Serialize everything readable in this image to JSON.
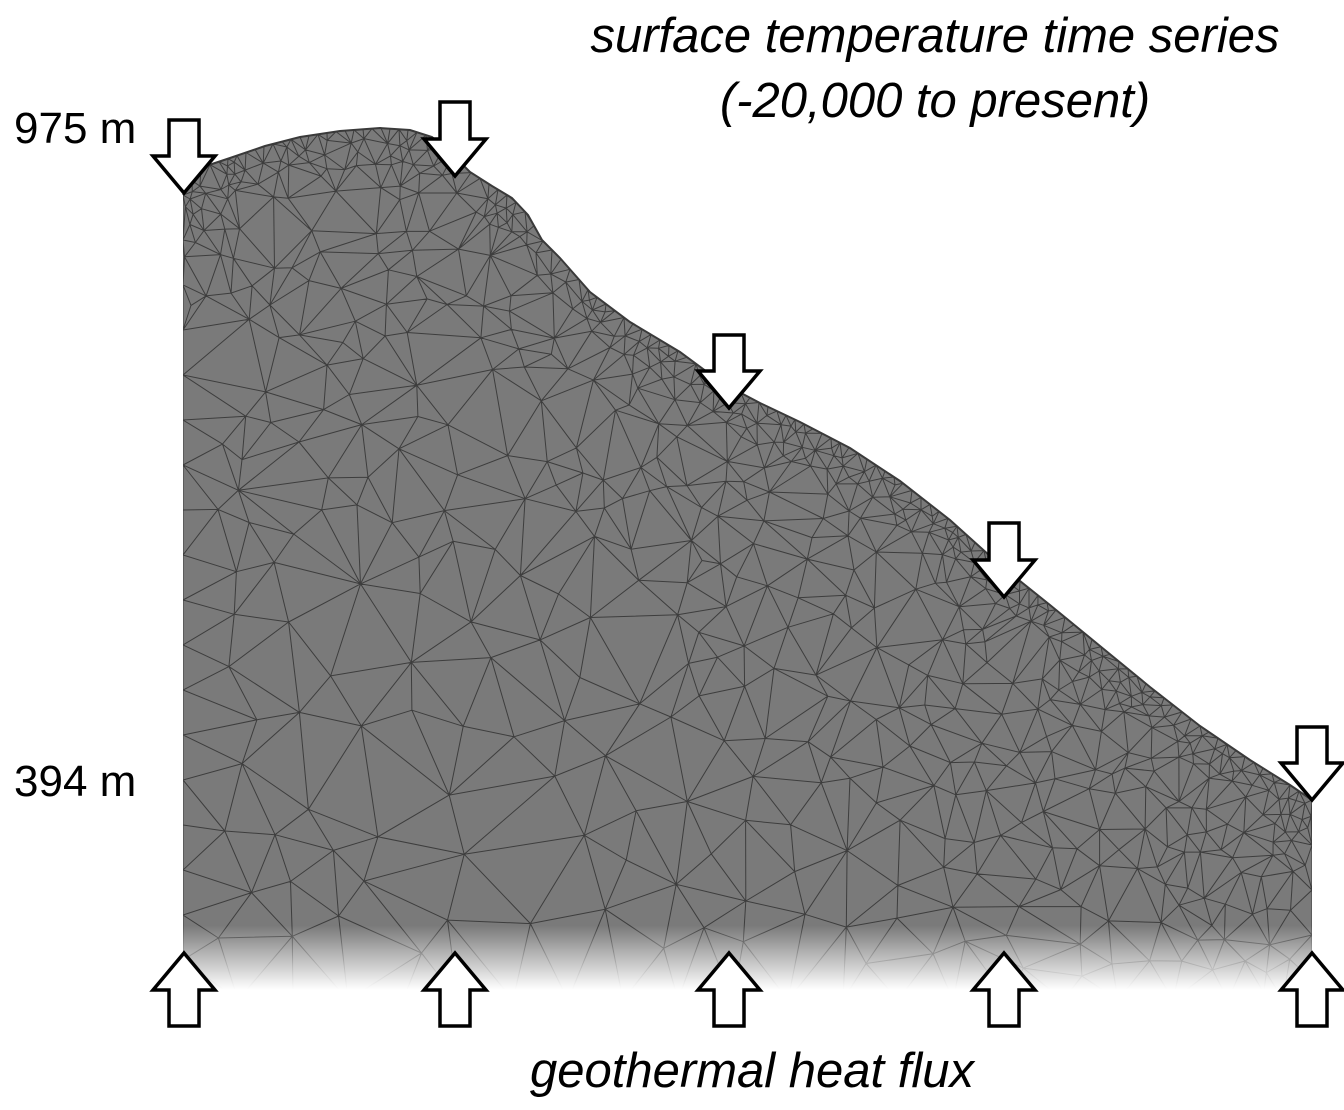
{
  "title": {
    "line1": "surface temperature time series",
    "line2": "(-20,000 to present)"
  },
  "elevation_labels": {
    "top": "975 m",
    "bottom": "394 m"
  },
  "bottom_label": "geothermal heat flux",
  "colors": {
    "domain_fill": "#7a7a7a",
    "mesh_lines": "#2a2a2a",
    "arrow_fill": "#ffffff",
    "arrow_stroke": "#000000"
  },
  "icons": {
    "surface_arrows": "arrow-down-icon",
    "flux_arrows": "arrow-up-icon"
  }
}
